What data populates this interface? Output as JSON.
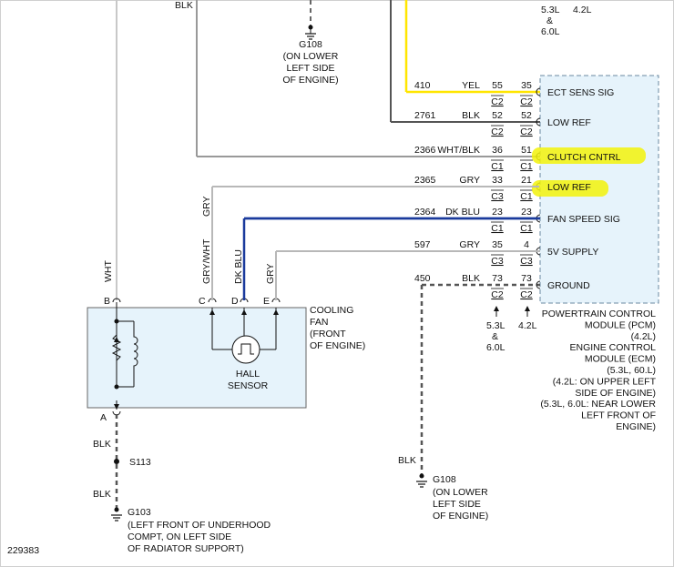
{
  "figure_id": "229383",
  "top": {
    "blk_label": "BLK",
    "g108_top": {
      "name": "G108",
      "line1": "(ON LOWER",
      "line2": "LEFT SIDE",
      "line3": "OF ENGINE)"
    },
    "engine_top_53": "5.3L",
    "engine_top_amp": "&",
    "engine_top_60": "6.0L",
    "engine_top_42": "4.2L"
  },
  "wires": [
    {
      "circuit": "410",
      "color": "YEL",
      "pin_left": "55",
      "pin_right": "35",
      "conn_left": "C2",
      "conn_right": "C2",
      "signal": "ECT SENS SIG",
      "highlight": false
    },
    {
      "circuit": "2761",
      "color": "BLK",
      "pin_left": "52",
      "pin_right": "52",
      "conn_left": "C2",
      "conn_right": "C2",
      "signal": "LOW REF",
      "highlight": false
    },
    {
      "circuit": "2366",
      "color": "WHT/BLK",
      "pin_left": "36",
      "pin_right": "51",
      "conn_left": "C1",
      "conn_right": "C1",
      "signal": "CLUTCH CNTRL",
      "highlight": true
    },
    {
      "circuit": "2365",
      "color": "GRY",
      "pin_left": "33",
      "pin_right": "21",
      "conn_left": "C3",
      "conn_right": "C1",
      "signal": "LOW REF",
      "highlight": true
    },
    {
      "circuit": "2364",
      "color": "DK BLU",
      "pin_left": "23",
      "pin_right": "23",
      "conn_left": "C1",
      "conn_right": "C1",
      "signal": "FAN SPEED SIG",
      "highlight": false
    },
    {
      "circuit": "597",
      "color": "GRY",
      "pin_left": "35",
      "pin_right": "4",
      "conn_left": "C3",
      "conn_right": "C3",
      "signal": "5V SUPPLY",
      "highlight": false
    },
    {
      "circuit": "450",
      "color": "BLK",
      "pin_left": "73",
      "pin_right": "73",
      "conn_left": "C2",
      "conn_right": "C2",
      "signal": "GROUND",
      "highlight": false
    }
  ],
  "pcm": {
    "bottom_53": "5.3L",
    "bottom_amp": "&",
    "bottom_60": "6.0L",
    "bottom_42": "4.2L",
    "desc": [
      "POWERTRAIN CONTROL",
      "MODULE (PCM)",
      "(4.2L)",
      "ENGINE CONTROL",
      "MODULE (ECM)",
      "(5.3L, 60.L)",
      "(4.2L: ON UPPER LEFT",
      "SIDE OF ENGINE)",
      "(5.3L, 6.0L: NEAR LOWER",
      "LEFT FRONT OF",
      "ENGINE)"
    ]
  },
  "fan": {
    "title": [
      "COOLING",
      "FAN",
      "(FRONT",
      "OF ENGINE)"
    ],
    "hall": [
      "HALL",
      "SENSOR"
    ],
    "pins": {
      "a": "A",
      "b": "B",
      "c": "C",
      "d": "D",
      "e": "E"
    },
    "wire_b": "WHT",
    "wire_c_upper": "GRY",
    "wire_c": "GRY/WHT",
    "wire_d": "DK BLU",
    "wire_e": "GRY"
  },
  "ground_lower": {
    "wire": "BLK",
    "s113": "S113",
    "wire2": "BLK",
    "name": "G103",
    "line1": "(LEFT FRONT OF UNDERHOOD",
    "line2": "COMPT, ON LEFT SIDE",
    "line3": "OF RADIATOR SUPPORT)"
  },
  "ground_mid": {
    "wire": "BLK",
    "name": "G108",
    "line1": "(ON LOWER",
    "line2": "LEFT SIDE",
    "line3": "OF ENGINE)"
  },
  "colors": {
    "yellow_wire": "#ffe600",
    "blue_wire": "#1a3a9c",
    "gray_wire": "#b8b8b8",
    "dark_wire": "#555555",
    "box_fill": "#e6f3fb",
    "highlight": "#f2f20a"
  }
}
